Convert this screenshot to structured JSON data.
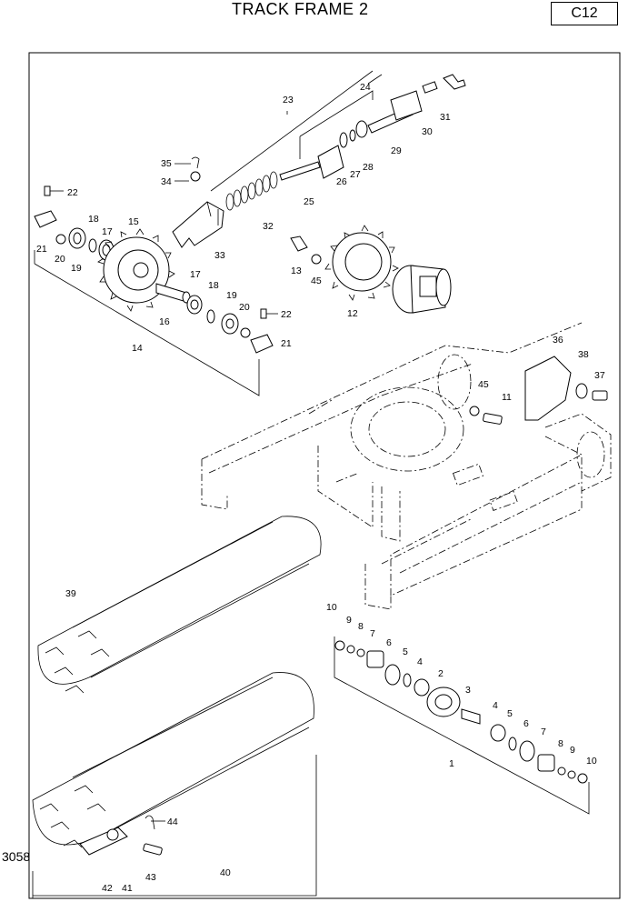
{
  "header": {
    "title": "TRACK FRAME 2",
    "code": "C12",
    "side_number": "3058"
  },
  "callouts": {
    "c1": "1",
    "c2": "2",
    "c3": "3",
    "c4a": "4",
    "c4b": "4",
    "c5a": "5",
    "c5b": "5",
    "c6a": "6",
    "c6b": "6",
    "c7a": "7",
    "c7b": "7",
    "c8a": "8",
    "c8b": "8",
    "c9a": "9",
    "c9b": "9",
    "c10a": "10",
    "c10b": "10",
    "c11": "11",
    "c12": "12",
    "c13": "13",
    "c14": "14",
    "c15": "15",
    "c16": "16",
    "c17a": "17",
    "c17b": "17",
    "c18a": "18",
    "c18b": "18",
    "c19a": "19",
    "c19b": "19",
    "c20a": "20",
    "c20b": "20",
    "c21a": "21",
    "c21b": "21",
    "c22a": "22",
    "c22b": "22",
    "c23": "23",
    "c24": "24",
    "c25": "25",
    "c26": "26",
    "c27": "27",
    "c28": "28",
    "c29": "29",
    "c30": "30",
    "c31": "31",
    "c32": "32",
    "c33": "33",
    "c34": "34",
    "c35": "35",
    "c36": "36",
    "c37": "37",
    "c38": "38",
    "c39": "39",
    "c40": "40",
    "c41": "41",
    "c42": "42",
    "c43": "43",
    "c44": "44",
    "c45a": "45",
    "c45b": "45"
  }
}
